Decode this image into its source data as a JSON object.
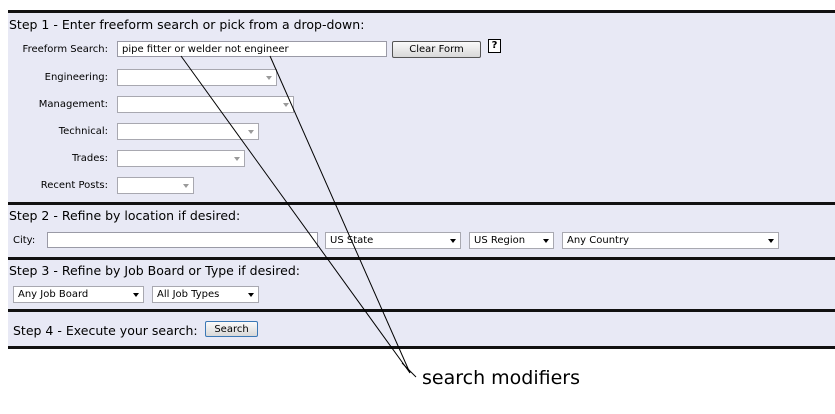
{
  "step1": {
    "title": "Step 1 - Enter freeform search or pick from a drop-down:",
    "freeform_label": "Freeform Search:",
    "freeform_value": "pipe fitter or welder not engineer",
    "clear_label": "Clear Form",
    "help_glyph": "?",
    "dropdowns": [
      {
        "label": "Engineering:",
        "value": ""
      },
      {
        "label": "Management:",
        "value": ""
      },
      {
        "label": "Technical:",
        "value": ""
      },
      {
        "label": "Trades:",
        "value": ""
      },
      {
        "label": "Recent Posts:",
        "value": ""
      }
    ]
  },
  "step2": {
    "title": "Step 2 - Refine by location if desired:",
    "city_label": "City:",
    "city_value": "",
    "state_value": "US State",
    "region_value": "US Region",
    "country_value": "Any Country"
  },
  "step3": {
    "title": "Step 3 - Refine by Job Board or Type if desired:",
    "job_board_value": "Any Job Board",
    "job_type_value": "All Job Types"
  },
  "step4": {
    "title": "Step 4 - Execute your search:",
    "search_label": "Search"
  },
  "annotation": {
    "text": "search modifiers"
  },
  "icons": {
    "help": "help-icon",
    "dropdown": "chevron-down-icon"
  },
  "colors": {
    "panel_background": "#e8e9f5",
    "divider": "#111111",
    "search_button_border": "#3b78b5"
  }
}
